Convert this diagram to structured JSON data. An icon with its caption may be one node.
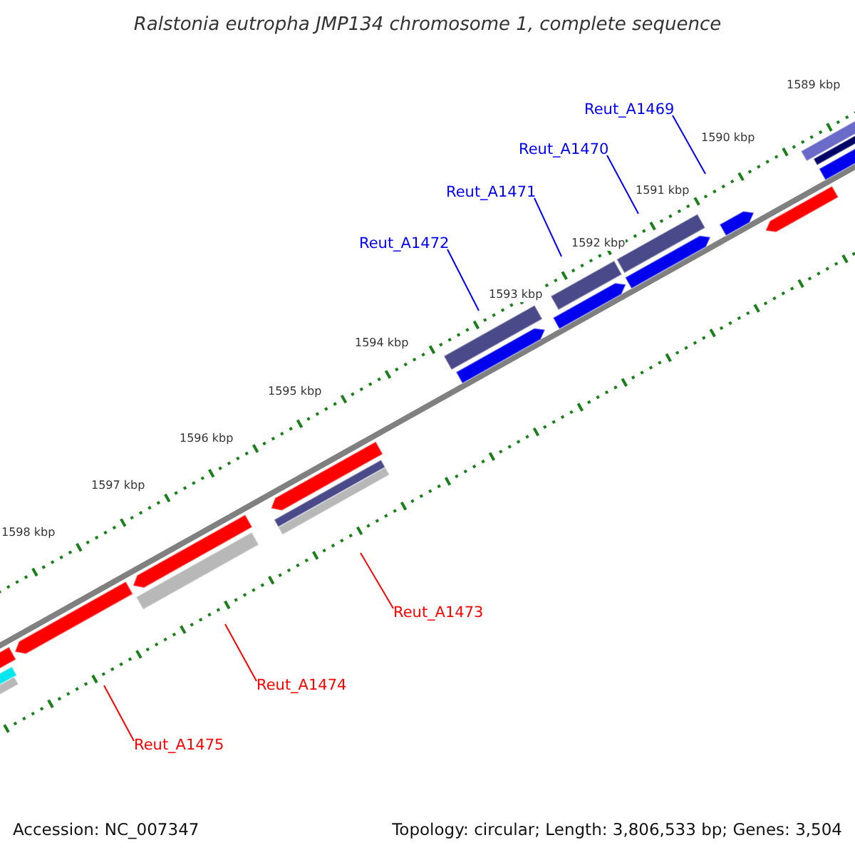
{
  "diagram": {
    "title": "Ralstonia eutropha JMP134 chromosome 1, complete sequence",
    "nodes": [
      {
        "text": [
          "Reut_A1469"
        ]
      },
      {
        "text": [
          "Reut_A1470"
        ]
      },
      {
        "text": [
          "Reut_A1471"
        ]
      },
      {
        "text": [
          "Reut_A1472"
        ]
      },
      {
        "text": [
          "Reut_A1473"
        ]
      },
      {
        "text": [
          "Reut_A1474"
        ]
      },
      {
        "text": [
          "Reut_A1475"
        ]
      }
    ],
    "edges": [
      {
        "from": 0,
        "to": null,
        "arrow": "none",
        "color": "#0000ff"
      },
      {
        "from": 1,
        "to": null,
        "arrow": "none",
        "color": "#0000ff"
      },
      {
        "from": 2,
        "to": null,
        "arrow": "none",
        "color": "#0000ff"
      },
      {
        "from": 3,
        "to": null,
        "arrow": "none",
        "color": "#0000ff"
      },
      {
        "from": 4,
        "to": null,
        "arrow": "none",
        "color": "#ff0000"
      },
      {
        "from": 5,
        "to": null,
        "arrow": "none",
        "color": "#ff0000"
      },
      {
        "from": 6,
        "to": null,
        "arrow": "none",
        "color": "#ff0000"
      }
    ],
    "labels": [
      "1589 kbp",
      "1590 kbp",
      "1591 kbp",
      "1592 kbp",
      "1593 kbp",
      "1594 kbp",
      "1595 kbp",
      "1596 kbp",
      "1597 kbp",
      "1598 kbp",
      "Accession: NC_007347",
      "Topology: circular; Length: 3,806,533 bp; Genes: 3,504"
    ]
  }
}
